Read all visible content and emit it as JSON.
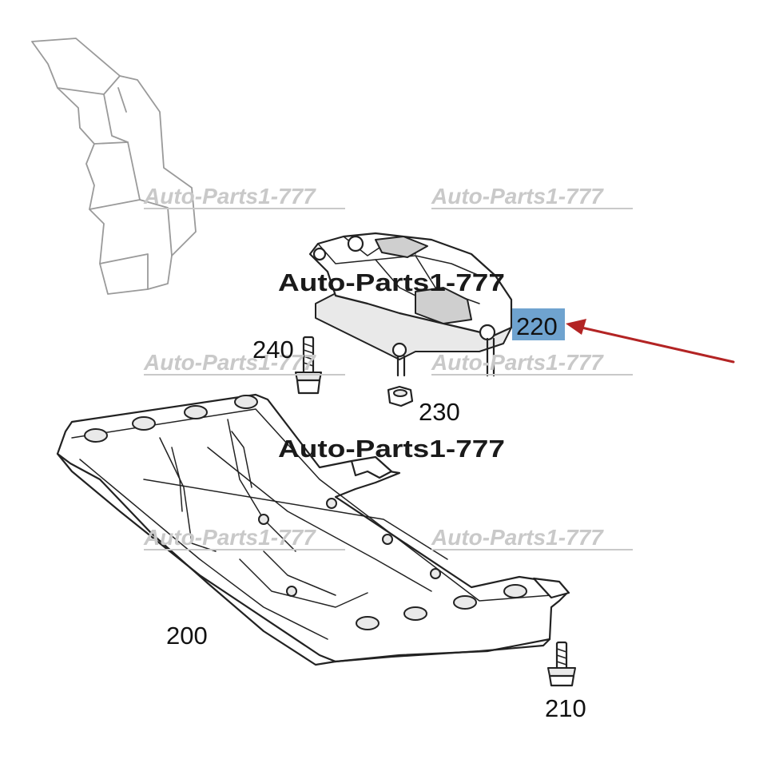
{
  "parts": {
    "p200": "200",
    "p210": "210",
    "p220": "220",
    "p230": "230",
    "p240": "240"
  },
  "watermark": {
    "text": "Auto-Parts1-777"
  },
  "colors": {
    "highlight": "#6fa3cf",
    "arrow": "#b32424"
  }
}
